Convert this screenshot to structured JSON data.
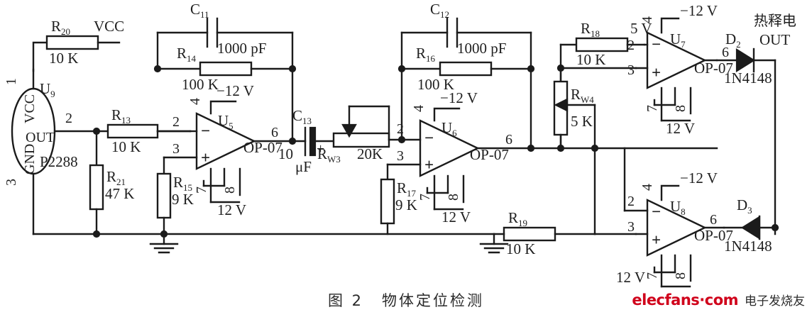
{
  "figure": {
    "caption_number": "图 2",
    "caption_text": "物体定位检测"
  },
  "watermark": {
    "site": "elecfans·com",
    "cn_name": "电子发烧友",
    "color": "#d0021b"
  },
  "sensor": {
    "ref": "U",
    "ref_sub": "9",
    "part_number": "P2288",
    "pin_labels": {
      "vcc": "VCC",
      "out": "OUT",
      "gnd": "GND"
    },
    "pin_numbers": {
      "p1": "1",
      "p2": "2",
      "p3": "3"
    }
  },
  "net_labels": {
    "vcc": "VCC",
    "five_volt": "5 V",
    "neg_twelve": "−12 V",
    "pos_twelve": "12 V",
    "output_cn": "热释电",
    "output_en": "OUT"
  },
  "resistors": [
    {
      "ref": "R",
      "sub": "20",
      "value": "10 K"
    },
    {
      "ref": "R",
      "sub": "13",
      "value": "10 K"
    },
    {
      "ref": "R",
      "sub": "21",
      "value": "47 K"
    },
    {
      "ref": "R",
      "sub": "14",
      "value": "100 K"
    },
    {
      "ref": "R",
      "sub": "15",
      "value": "9 K"
    },
    {
      "ref": "R",
      "sub": "16",
      "value": "100 K"
    },
    {
      "ref": "R",
      "sub": "17",
      "value": "9 K"
    },
    {
      "ref": "R",
      "sub": "18",
      "value": "10 K"
    },
    {
      "ref": "R",
      "sub": "19",
      "value": "10 K"
    }
  ],
  "potentiometers": [
    {
      "ref": "R",
      "sub": "W3",
      "value": "20K"
    },
    {
      "ref": "R",
      "sub": "W4",
      "value": "5 K"
    }
  ],
  "capacitors": [
    {
      "ref": "C",
      "sub": "11",
      "value": "1000 pF"
    },
    {
      "ref": "C",
      "sub": "12",
      "value": "1000 pF"
    },
    {
      "ref": "C",
      "sub": "13",
      "value": "10",
      "unit": "μF",
      "polarity": "+"
    }
  ],
  "opamps": [
    {
      "ref": "U",
      "sub": "5",
      "part": "OP-07",
      "pins": {
        "inv": "2",
        "non_inv": "3",
        "vneg": "4",
        "out": "6",
        "p7": "7",
        "p8": "8"
      }
    },
    {
      "ref": "U",
      "sub": "6",
      "part": "OP-07",
      "pins": {
        "inv": "2",
        "non_inv": "3",
        "vneg": "4",
        "out": "6",
        "p7": "7",
        "p8": "8"
      }
    },
    {
      "ref": "U",
      "sub": "7",
      "part": "OP-07",
      "pins": {
        "inv": "2",
        "non_inv": "3",
        "vneg": "4",
        "out": "6",
        "p7": "7",
        "p8": "8"
      }
    },
    {
      "ref": "U",
      "sub": "8",
      "part": "OP-07",
      "pins": {
        "inv": "2",
        "non_inv": "3",
        "vneg": "4",
        "out": "6",
        "p7": "7",
        "p8": "8"
      }
    }
  ],
  "diodes": [
    {
      "ref": "D",
      "sub": "2",
      "part": "1N4148"
    },
    {
      "ref": "D",
      "sub": "3",
      "part": "1N4148"
    }
  ],
  "signs": {
    "minus": "−",
    "plus": "+"
  }
}
